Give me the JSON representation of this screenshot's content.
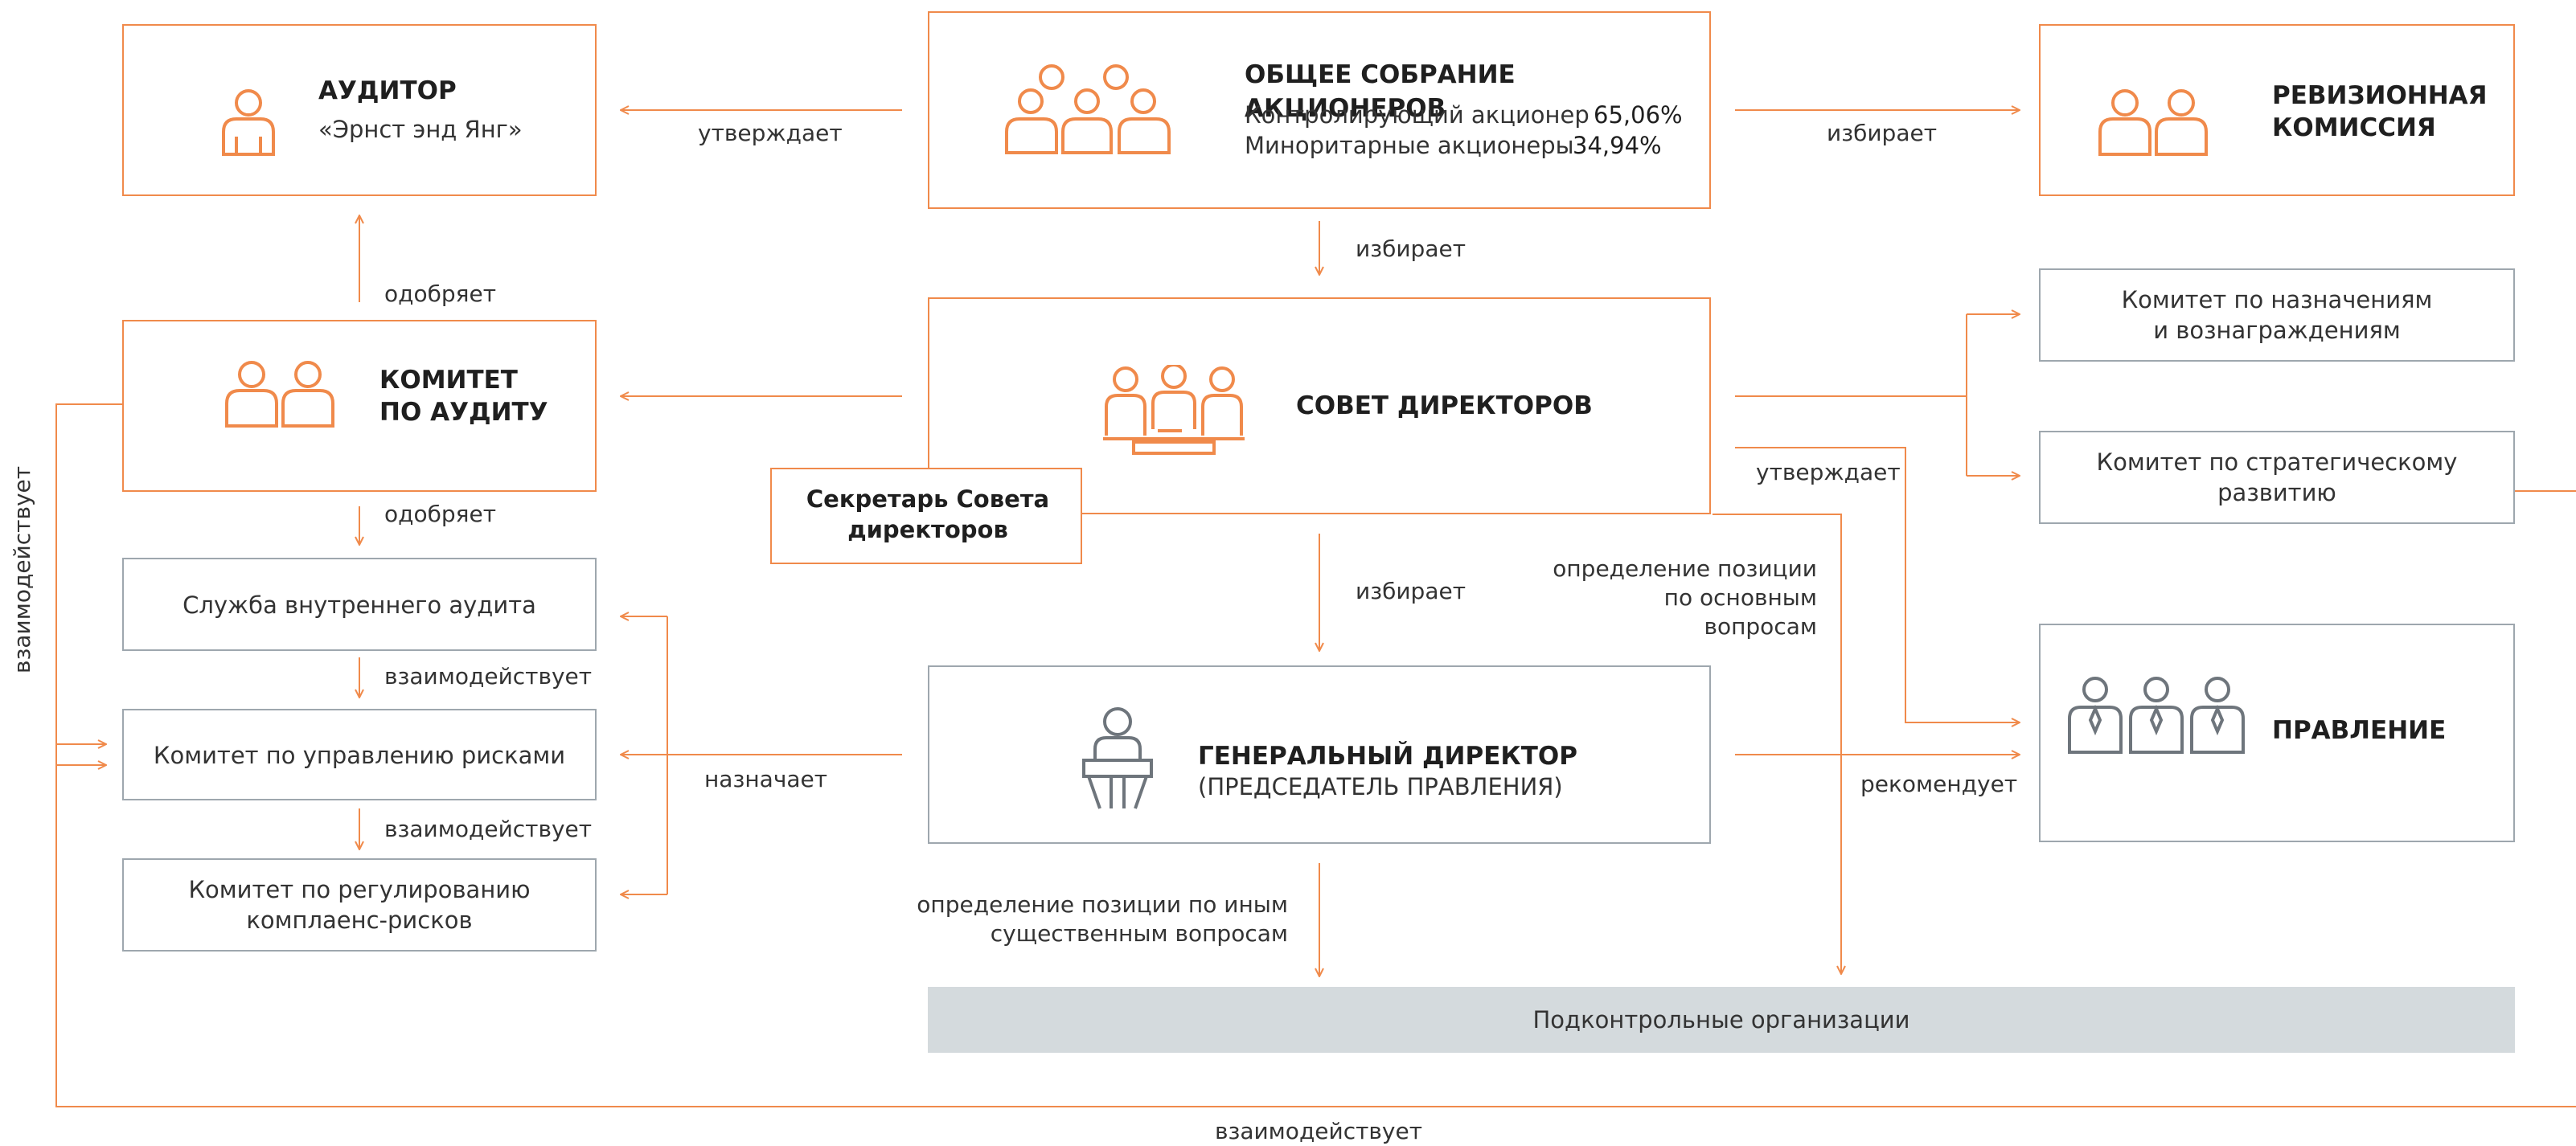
{
  "colors": {
    "accent": "#F08A4B",
    "gray_border": "#9EA7AE",
    "gray_fill": "#D4DADD",
    "person_gray": "#6E757C"
  },
  "nodes": {
    "auditor": {
      "title": "АУДИТОР",
      "subtitle": "«Эрнст энд Янг»",
      "icon": "single-person-icon"
    },
    "shareholders": {
      "title": "ОБЩЕЕ СОБРАНИЕ АКЦИОНЕРОВ",
      "rows": [
        {
          "label": "Контролирующий акционер",
          "value": "65,06%"
        },
        {
          "label": "Миноритарные акционеры",
          "value": "34,94%"
        }
      ],
      "icon": "group-of-five-persons-icon"
    },
    "revision": {
      "title_line1": "РЕВИЗИОННАЯ",
      "title_line2": "КОМИССИЯ",
      "icon": "two-persons-icon"
    },
    "audit_committee": {
      "title_line1": "КОМИТЕТ",
      "title_line2": "ПО АУДИТУ",
      "icon": "two-persons-icon"
    },
    "board": {
      "title": "СОВЕТ ДИРЕКТОРОВ",
      "icon": "board-meeting-icon"
    },
    "board_secretary": {
      "line1": "Секретарь Совета",
      "line2": "директоров"
    },
    "nomination_committee": {
      "line1": "Комитет по назначениям",
      "line2": "и вознаграждениям"
    },
    "strategy_committee": {
      "line1": "Комитет по стратегическому",
      "line2": "развитию"
    },
    "internal_audit": {
      "label": "Служба внутреннего аудита"
    },
    "risk_committee": {
      "label": "Комитет по управлению рисками"
    },
    "compliance_committee": {
      "line1": "Комитет по регулированию",
      "line2": "комплаенс-рисков"
    },
    "ceo": {
      "title": "ГЕНЕРАЛЬНЫЙ ДИРЕКТОР",
      "subtitle": "(ПРЕДСЕДАТЕЛЬ ПРАВЛЕНИЯ)",
      "icon": "speaker-at-podium-icon"
    },
    "management_board": {
      "title": "ПРАВЛЕНИЕ",
      "icon": "three-business-persons-icon"
    },
    "subsidiaries": {
      "label": "Подконтрольные организации"
    }
  },
  "edge_labels": {
    "gsm_to_auditor": "утверждает",
    "gsm_to_revision": "избирает",
    "gsm_to_board": "избирает",
    "audit_committee_to_auditor": "одобряет",
    "audit_committee_to_internal_audit": "одобряет",
    "internal_audit_to_risk": "взаимодействует",
    "risk_to_compliance": "взаимодействует",
    "board_to_ceo": "избирает",
    "board_to_management": "утверждает",
    "board_position_line1": "определение позиции",
    "board_position_line2": "по основным",
    "board_position_line3": "вопросам",
    "ceo_appoints": "назначает",
    "ceo_recommends": "рекомендует",
    "ceo_position_line1": "определение позиции по иным",
    "ceo_position_line2": "существенным вопросам",
    "left_vertical": "взаимодействует",
    "bottom_loop": "взаимодействует"
  }
}
